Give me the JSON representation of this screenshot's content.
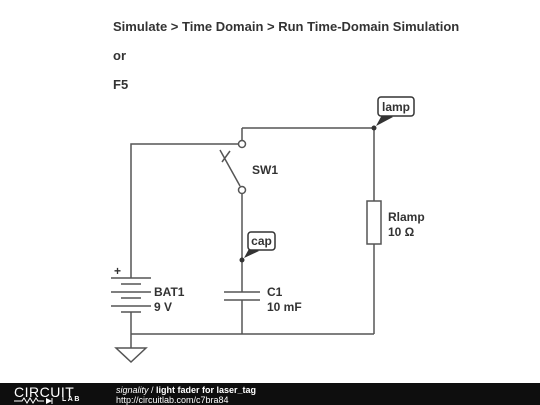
{
  "instructions": {
    "line1": "Simulate > Time Domain > Run Time-Domain Simulation",
    "line2": "or",
    "line3": "F5"
  },
  "circuit": {
    "battery": {
      "name": "BAT1",
      "value": "9 V",
      "polarity": "+"
    },
    "capacitor": {
      "name": "C1",
      "value": "10 mF"
    },
    "resistor": {
      "name": "Rlamp",
      "value": "10 Ω"
    },
    "switch": {
      "name": "SW1"
    },
    "node_tags": {
      "lamp": "lamp",
      "cap": "cap"
    }
  },
  "footer": {
    "logo_top": "CIRCUIT",
    "logo_bottom": "LAB",
    "user": "signality",
    "separator": " / ",
    "title": "light fader for laser_tag",
    "url": "http://circuitlab.com/c7bra84"
  },
  "colors": {
    "wire": "#555555",
    "text": "#333333",
    "footer_bg": "#0e0e0e"
  }
}
